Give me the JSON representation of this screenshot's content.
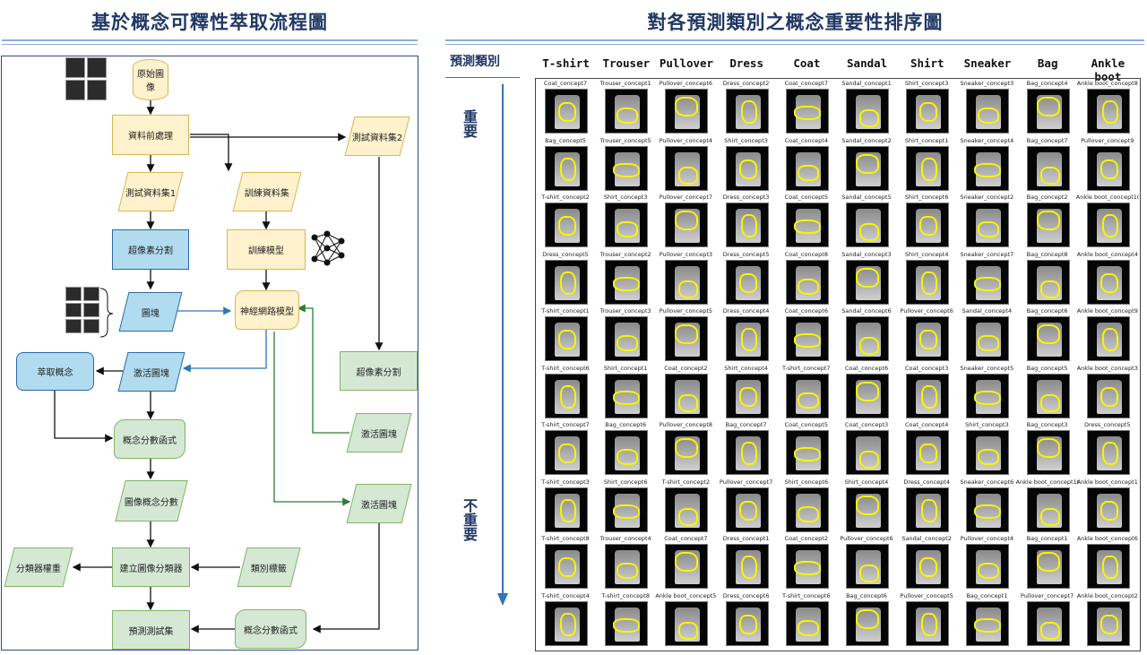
{
  "left_panel": {
    "title": "基於概念可釋性萃取流程圖",
    "nodes": {
      "original_images": "原始圖像",
      "preprocess": "資料前處理",
      "test_set1": "測試資料集1",
      "train_set": "訓練資料集",
      "test_set2": "測試資料集2",
      "superpixel_left": "超像素分割",
      "train_model": "訓練模型",
      "patches": "圖塊",
      "nn_model": "神經網路模型",
      "extract_concepts": "萃取概念",
      "activation_patches_left": "激活圖塊",
      "superpixel_right": "超像素分割",
      "concept_score_fn_left": "概念分數函式",
      "activation_patches_mid": "激活圖塊",
      "image_concept_score": "圖像概念分數",
      "activation_patches_right": "激活圖塊",
      "classifier_weights": "分類器權重",
      "build_classifier": "建立圖像分類器",
      "class_labels": "類別標籤",
      "predict_test_set": "預測測試集",
      "concept_score_fn_right": "概念分數函式"
    }
  },
  "right_panel": {
    "title": "對各預測類別之概念重要性排序圖",
    "class_header": "預測類別",
    "important_label": "重要",
    "unimportant_label": "不重要",
    "columns": [
      "T-shirt",
      "Trouser",
      "Pullover",
      "Dress",
      "Coat",
      "Sandal",
      "Shirt",
      "Sneaker",
      "Bag",
      "Ankle boot"
    ],
    "rows": [
      [
        "Coat_concept7",
        "Trouser_concept1",
        "Pullover_concept6",
        "Dress_concept2",
        "Coat_concept7",
        "Sandal_concept1",
        "Shirt_concept3",
        "Sneaker_concept3",
        "Bag_concept4",
        "Ankle boot_concept8"
      ],
      [
        "Bag_concept5",
        "Trouser_concept5",
        "Pullover_concept4",
        "Shirt_concept3",
        "Coat_concept4",
        "Sandal_concept2",
        "Shirt_concept1",
        "Sneaker_concept4",
        "Bag_concept7",
        "Pullover_concept9"
      ],
      [
        "T-shirt_concept2",
        "Shirt_concept3",
        "Pullover_concept7",
        "Dress_concept3",
        "Coat_concept5",
        "Sandal_concept5",
        "Shirt_concept6",
        "Sneaker_concept2",
        "Bag_concept2",
        "Ankle boot_concept10"
      ],
      [
        "Dress_concept5",
        "Trouser_concept2",
        "Pullover_concept3",
        "Dress_concept5",
        "Coat_concept8",
        "Sandal_concept3",
        "Shirt_concept4",
        "Sneaker_concept7",
        "Bag_concept8",
        "Ankle boot_concept4"
      ],
      [
        "T-shirt_concept1",
        "Trouser_concept3",
        "Pullover_concept5",
        "Dress_concept4",
        "Coat_concept6",
        "Sandal_concept6",
        "Pullover_concept6",
        "Sandal_concept4",
        "Bag_concept6",
        "Ankle boot_concept9"
      ],
      [
        "T-shirt_concept6",
        "Shirt_concept1",
        "Coat_concept2",
        "Shirt_concept4",
        "T-shirt_concept7",
        "Coat_concept6",
        "Coat_concept3",
        "Sneaker_concept5",
        "Bag_concept5",
        "Ankle boot_concept3"
      ],
      [
        "T-shirt_concept7",
        "Bag_concept6",
        "Pullover_concept8",
        "Bag_concept7",
        "Coat_concept5",
        "Coat_concept3",
        "Coat_concept4",
        "Shirt_concept3",
        "Bag_concept3",
        "Dress_concept5"
      ],
      [
        "T-shirt_concept3",
        "Shirt_concept6",
        "T-shirt_concept2",
        "Pullover_concept7",
        "Shirt_concept6",
        "Shirt_concept4",
        "Dress_concept4",
        "Sneaker_concept6",
        "Ankle boot_concept10",
        "Ankle boot_concept1"
      ],
      [
        "T-shirt_concept8",
        "Trouser_concept4",
        "Coat_concept7",
        "Dress_concept1",
        "Coat_concept2",
        "Pullover_concept6",
        "Sandal_concept2",
        "Pullover_concept4",
        "Bag_concept1",
        "Ankle boot_concept6"
      ],
      [
        "T-shirt_concept4",
        "T-shirt_concept8",
        "Ankle boot_concept5",
        "Dress_concept6",
        "T-shirt_concept6",
        "Bag_concept6",
        "Pullover_concept5",
        "Bag_concept1",
        "Pullover_concept7",
        "Ankle boot_concept2"
      ]
    ]
  },
  "colors": {
    "heading": "#203864",
    "yellow_fill": "#fff2cc",
    "blue_fill": "#b1dcef",
    "green_fill": "#d5e8d4",
    "roi_outline": "#f5f500",
    "blue_arrow": "#2e75b6",
    "green_arrow": "#2e7d32"
  }
}
